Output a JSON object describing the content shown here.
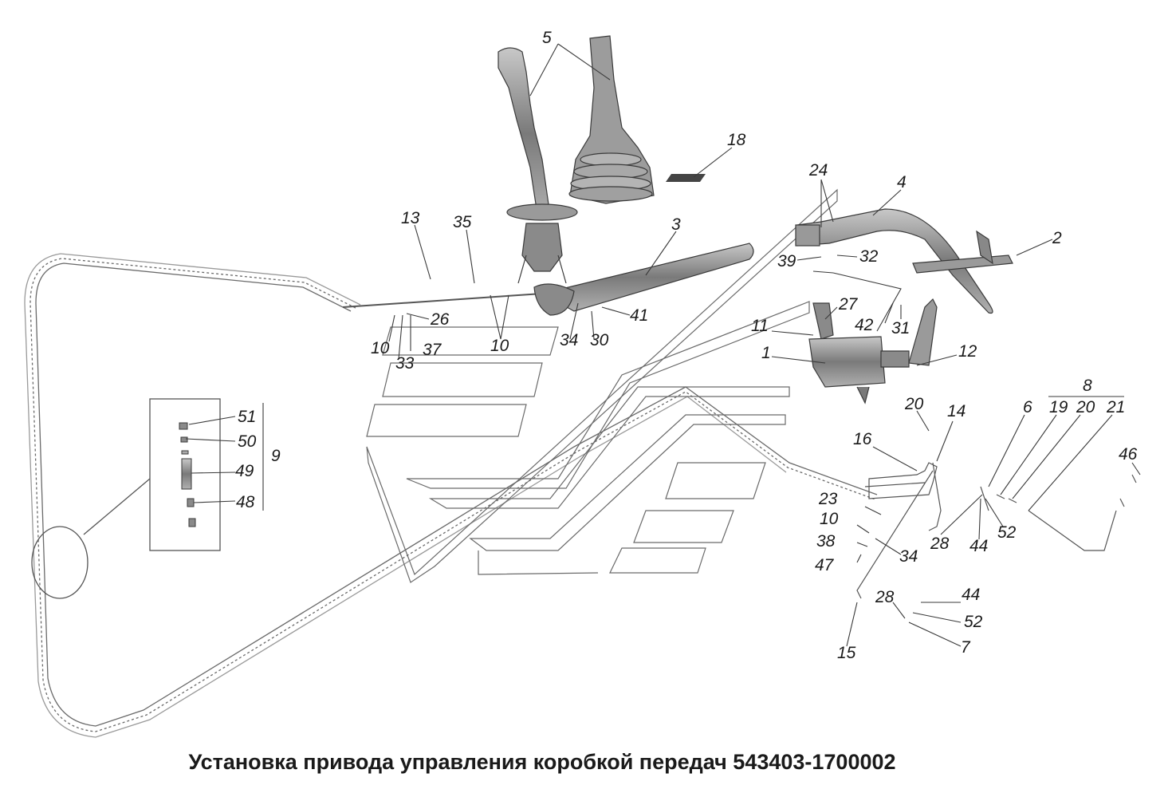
{
  "title": "Установка привода управления коробкой передач 543403-1700002",
  "callouts": [
    "5",
    "18",
    "24",
    "4",
    "13",
    "35",
    "3",
    "2",
    "39",
    "32",
    "27",
    "42",
    "31",
    "10",
    "26",
    "37",
    "33",
    "10",
    "34",
    "30",
    "41",
    "11",
    "1",
    "12",
    "8",
    "6",
    "19",
    "20",
    "21",
    "20",
    "14",
    "51",
    "50",
    "49",
    "48",
    "9",
    "16",
    "46",
    "23",
    "10",
    "38",
    "34",
    "47",
    "28",
    "44",
    "52",
    "28",
    "44",
    "52",
    "7",
    "15"
  ],
  "colors": {
    "line": "#3a3a3a",
    "part_fill": "#8e8e8e",
    "frame": "#5a5a5a"
  }
}
